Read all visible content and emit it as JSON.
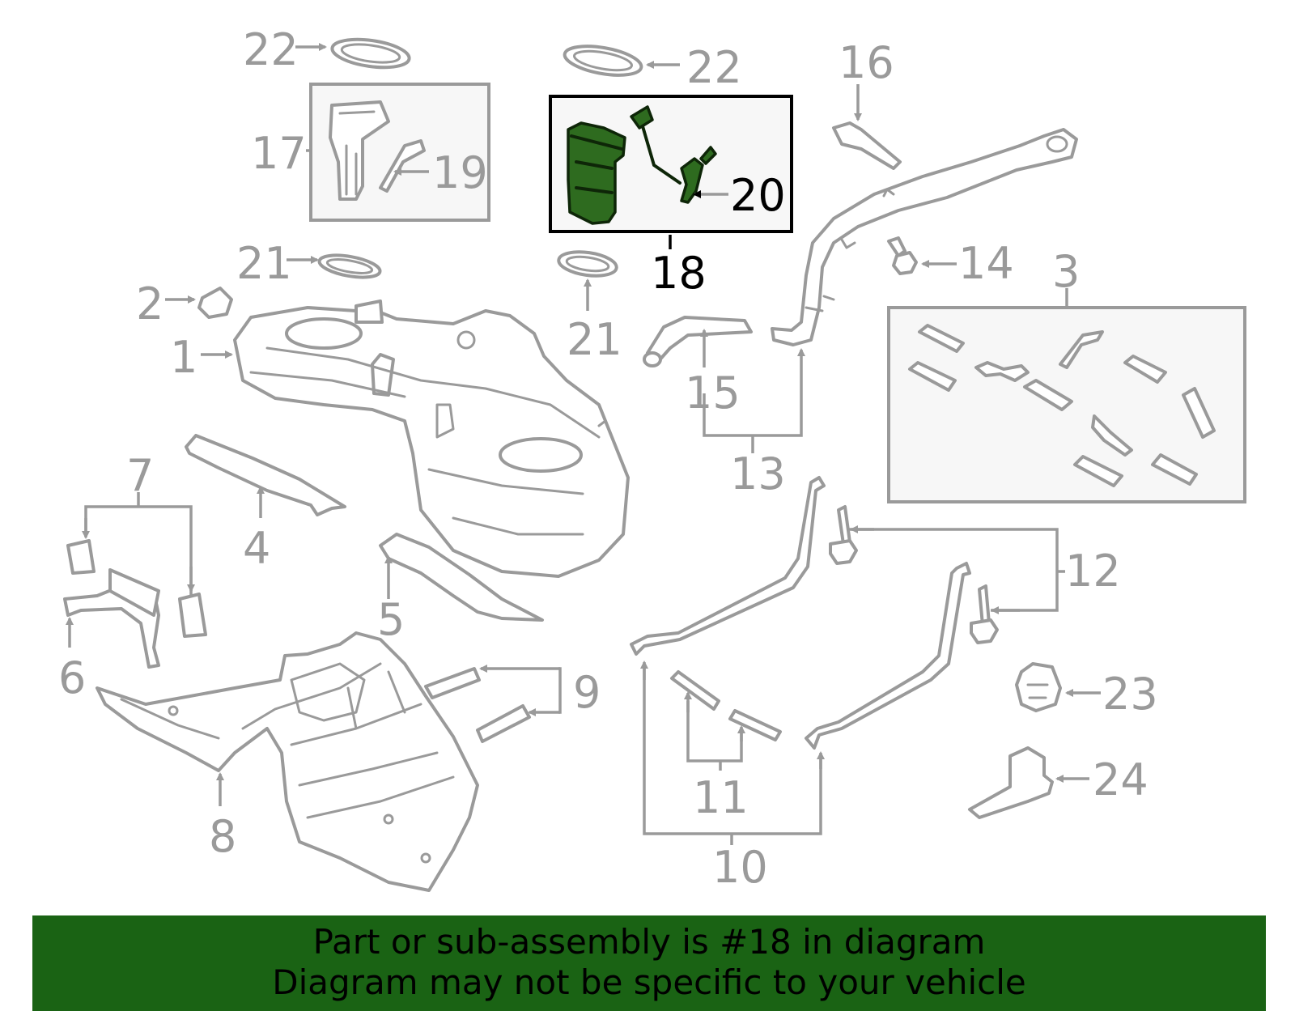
{
  "callouts": {
    "c1": "1",
    "c2": "2",
    "c3": "3",
    "c4": "4",
    "c5": "5",
    "c6": "6",
    "c7": "7",
    "c8": "8",
    "c9": "9",
    "c10": "10",
    "c11": "11",
    "c12": "12",
    "c13": "13",
    "c14": "14",
    "c15": "15",
    "c16": "16",
    "c17": "17",
    "c18": "18",
    "c19": "19",
    "c20": "20",
    "c21a": "21",
    "c21b": "21",
    "c22a": "22",
    "c22b": "22",
    "c23": "23",
    "c24": "24"
  },
  "highlighted_part": "18",
  "colors": {
    "part_stroke": "#9a9a9a",
    "highlight_fill": "#2e6b1f",
    "banner_bg": "#1a6314",
    "banner_text": "#000000"
  },
  "banner": {
    "line1": "Part or sub-assembly is #18 in diagram",
    "line2": "Diagram may not be specific to your vehicle"
  }
}
